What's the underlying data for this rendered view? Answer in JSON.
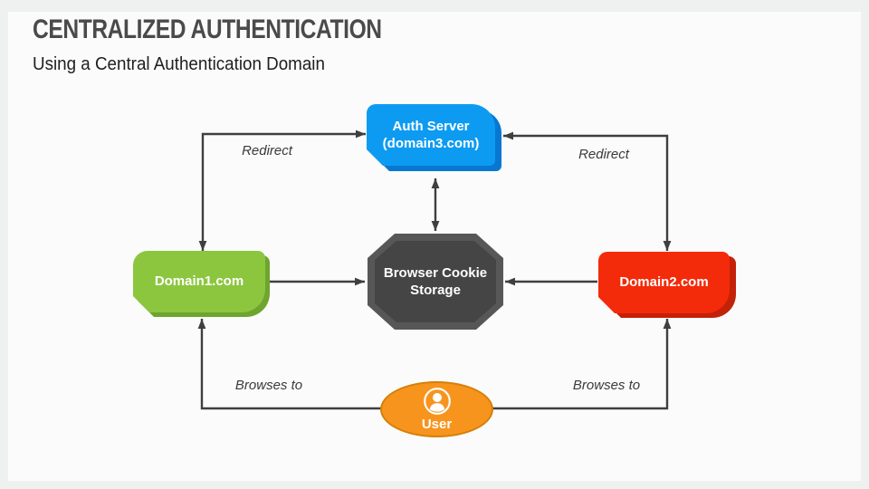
{
  "slide": {
    "title": "CENTRALIZED AUTHENTICATION",
    "subtitle": "Using a Central Authentication Domain",
    "title_color": "#4A4A4A",
    "subtitle_color": "#1E1E1E",
    "background": "#FBFBFB",
    "frame_background": "#EFF0F0"
  },
  "diagram": {
    "arrow_color": "#3F3F3F",
    "label_color": "#3A3A3A",
    "nodes": {
      "auth_server": {
        "line1": "Auth Server",
        "line2": "(domain3.com)",
        "fill": "#0D9BF2",
        "shadow": "#0877D2",
        "text_color": "#FFFFFF"
      },
      "domain1": {
        "label": "Domain1.com",
        "fill": "#8CC63F",
        "shadow": "#6FA42E",
        "text_color": "#FFFFFF"
      },
      "domain2": {
        "label": "Domain2.com",
        "fill": "#F32B0A",
        "shadow": "#C32108",
        "text_color": "#FFFFFF"
      },
      "cookie_storage": {
        "line1": "Browser Cookie",
        "line2": "Storage",
        "fill": "#454545",
        "ring": "#575757",
        "text_color": "#FFFFFF"
      },
      "user": {
        "label": "User",
        "fill": "#F7941E",
        "border": "#D57F07",
        "text_color": "#FFFFFF",
        "icon": "person-icon"
      }
    },
    "edge_labels": {
      "redirect_left": "Redirect",
      "redirect_right": "Redirect",
      "browses_to_left": "Browses to",
      "browses_to_right": "Browses to"
    }
  }
}
